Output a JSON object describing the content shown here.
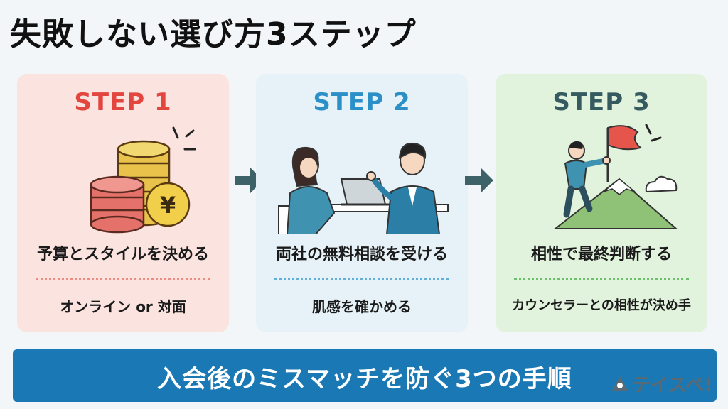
{
  "page": {
    "title": "失敗しない選び方3ステップ"
  },
  "steps": [
    {
      "label": "STEP 1",
      "headline": "予算とスタイルを決める",
      "sub": "オンライン or 対面",
      "illustration": "coins-yen-icon"
    },
    {
      "label": "STEP 2",
      "headline": "両社の無料相談を受ける",
      "sub": "肌感を確かめる",
      "illustration": "consultation-icon"
    },
    {
      "label": "STEP 3",
      "headline": "相性で最終判断する",
      "sub": "カウンセラーとの相性が決め手",
      "illustration": "mountain-flag-icon"
    }
  ],
  "banner": {
    "text": "入会後のミスマッチを防ぐ3つの手順"
  },
  "logo": {
    "text": "テイスペ!"
  },
  "colors": {
    "step1": "#e2463f",
    "step2": "#2a90c7",
    "step3": "#355a60",
    "banner": "#1a78b4",
    "arrow": "#3d6368"
  }
}
